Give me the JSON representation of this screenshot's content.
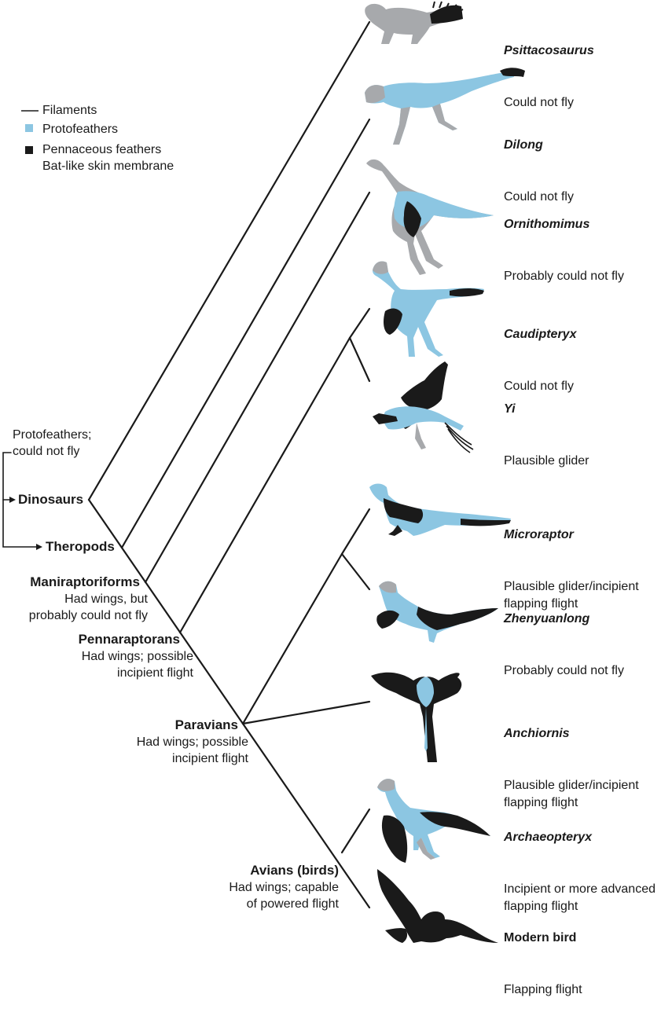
{
  "legend": {
    "filaments": "Filaments",
    "protofeathers": "Protofeathers",
    "pennaceous": "Pennaceous feathers",
    "bat_skin": "Bat-like skin membrane"
  },
  "colors": {
    "filament_gray": "#a7a9ac",
    "protofeather_blue": "#8cc6e2",
    "pennaceous_black": "#1a1a1a",
    "line": "#1a1a1a"
  },
  "root_note": "Protofeathers;\ncould not fly",
  "nodes": {
    "dinosaurs": {
      "name": "Dinosaurs"
    },
    "theropods": {
      "name": "Theropods"
    },
    "maniraptoriforms": {
      "name": "Maniraptoriforms",
      "desc": "Had wings, but\nprobably could not fly"
    },
    "pennaraptorans": {
      "name": "Pennaraptorans",
      "desc": "Had wings; possible\nincipient flight"
    },
    "paravians": {
      "name": "Paravians",
      "desc": "Had wings; possible\nincipient flight"
    },
    "avians": {
      "name": "Avians (birds)",
      "desc": "Had wings; capable\nof powered flight"
    }
  },
  "taxa": [
    {
      "name": "Psittacosaurus",
      "flight": "Could not fly",
      "icon": "psittacosaurus-silhouette"
    },
    {
      "name": "Dilong",
      "flight": "Could not fly",
      "icon": "dilong-silhouette"
    },
    {
      "name": "Ornithomimus",
      "flight": "Probably could not fly",
      "icon": "ornithomimus-silhouette"
    },
    {
      "name": "Caudipteryx",
      "flight": "Could not fly",
      "icon": "caudipteryx-silhouette"
    },
    {
      "name": "Yi",
      "flight": "Plausible glider",
      "icon": "yi-silhouette"
    },
    {
      "name": "Microraptor",
      "flight": "Plausible glider/incipient\nflapping flight",
      "icon": "microraptor-silhouette"
    },
    {
      "name": "Zhenyuanlong",
      "flight": "Probably could not fly",
      "icon": "zhenyuanlong-silhouette"
    },
    {
      "name": "Anchiornis",
      "flight": "Plausible glider/incipient\nflapping flight",
      "icon": "anchiornis-silhouette"
    },
    {
      "name": "Archaeopteryx",
      "flight": "Incipient or more advanced\nflapping flight",
      "icon": "archaeopteryx-silhouette"
    },
    {
      "name": "Modern bird",
      "flight": "Flapping flight",
      "icon": "modern-bird-silhouette"
    }
  ]
}
